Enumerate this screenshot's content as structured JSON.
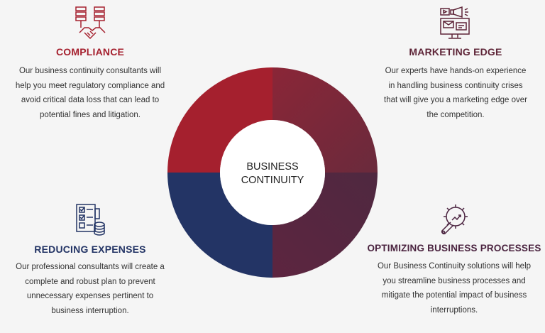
{
  "center": {
    "line1": "BUSINESS",
    "line2": "CONTINUITY"
  },
  "colors": {
    "compliance": "#a5202e",
    "marketing": "#7a2a3c",
    "reducing": "#233465",
    "optimizing": "#4b2440"
  },
  "compliance": {
    "icon": "server-handshake-icon",
    "title": "COMPLIANCE",
    "lines": [
      "Our business continuity consultants will",
      "help you meet regulatory compliance and",
      "avoid critical data loss that can lead to",
      "potential fines and litigation."
    ]
  },
  "marketing": {
    "icon": "marketing-screen-megaphone-icon",
    "title": "MARKETING EDGE",
    "lines": [
      "Our experts have hands-on experience",
      "in handling business continuity crises",
      "that will give you a marketing edge over",
      "the competition."
    ]
  },
  "reducing": {
    "icon": "checklist-coins-icon",
    "title": "REDUCING EXPENSES",
    "lines": [
      "Our professional consultants will create a",
      "complete and robust plan to prevent",
      "unnecessary expenses pertinent to",
      "business interruption."
    ]
  },
  "optimizing": {
    "icon": "gear-wrench-icon",
    "title": "OPTIMIZING BUSINESS PROCESSES",
    "lines": [
      "Our Business Continuity solutions will help",
      "you streamline business processes and",
      "mitigate the potential impact of business",
      "interruptions."
    ]
  }
}
